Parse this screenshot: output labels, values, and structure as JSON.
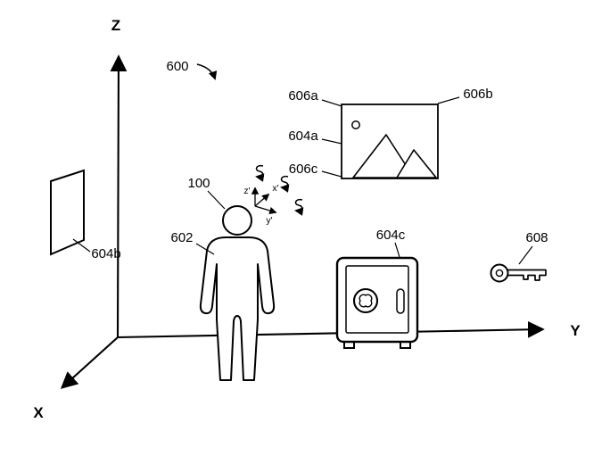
{
  "figure": {
    "axis_labels": {
      "x": "X",
      "y": "Y",
      "z": "Z"
    },
    "head_axis_labels": {
      "x": "x'",
      "y": "y'",
      "z": "z'"
    },
    "ref_labels": {
      "scene": "600",
      "head": "100",
      "person": "602",
      "wall_frame": "604b",
      "picture": "604a",
      "picture_top_left": "606a",
      "picture_top_right": "606b",
      "picture_bottom_left": "606c",
      "safe": "604c",
      "key": "608"
    },
    "colors": {
      "ink": "#000000",
      "background": "#ffffff"
    }
  }
}
